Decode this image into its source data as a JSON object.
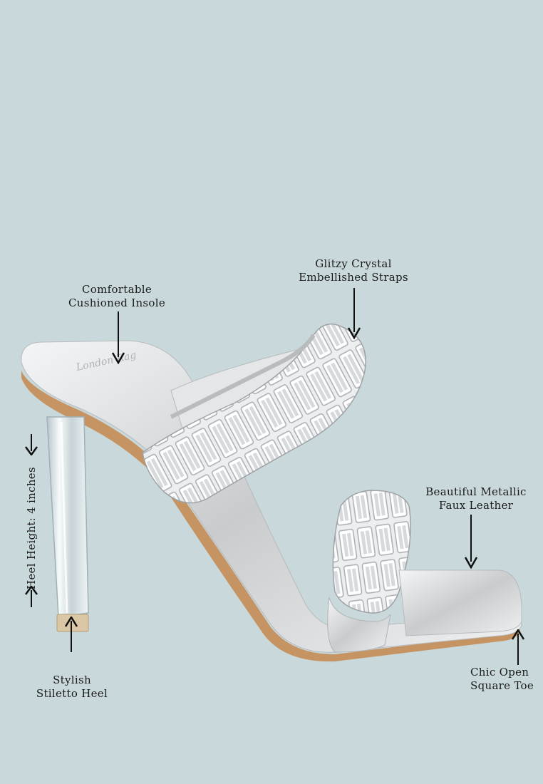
{
  "annotations": {
    "crystal_straps": {
      "line1": "Glitzy Crystal",
      "line2": "Embellished Straps"
    },
    "insole": {
      "line1": "Comfortable",
      "line2": "Cushioned Insole"
    },
    "faux_leather": {
      "line1": "Beautiful Metallic",
      "line2": "Faux Leather"
    },
    "toe": {
      "line1": "Chic Open",
      "line2": "Square Toe"
    },
    "heel": {
      "line1": "Stylish",
      "line2": "Stiletto Heel"
    },
    "heel_height": "Heel Height: 4 inches"
  },
  "colors": {
    "background": "#c9d9db",
    "silver": "#d9dadb",
    "sole_tan": "#c69462",
    "clear_heel": "#e6eff2",
    "text": "#1a1a1a"
  },
  "icons": [
    "arrow-down-icon",
    "arrow-up-icon"
  ]
}
